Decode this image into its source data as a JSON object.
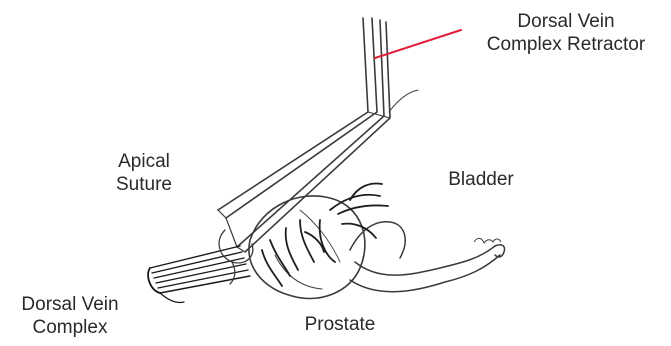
{
  "labels": {
    "retractor": {
      "line1": "Dorsal Vein",
      "line2": "Complex Retractor"
    },
    "apical_suture": {
      "line1": "Apical",
      "line2": "Suture"
    },
    "bladder": "Bladder",
    "dorsal_vein_complex": {
      "line1": "Dorsal Vein",
      "line2": "Complex"
    },
    "prostate": "Prostate"
  },
  "colors": {
    "pointer_line": "#e0203a",
    "ink": "#3a3a3a",
    "text": "#2a2a2a"
  },
  "figure": {
    "content": "surgical illustration of prostate and bladder with retractor instrument and apical suture",
    "signature_present": true
  }
}
